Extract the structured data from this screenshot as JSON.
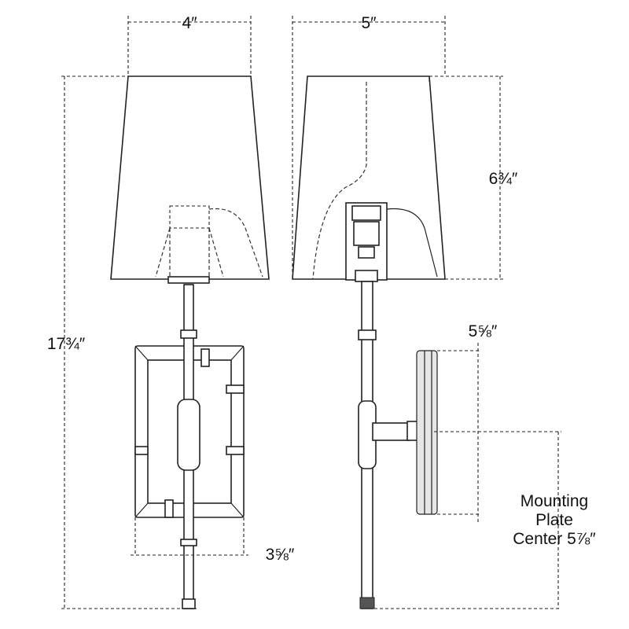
{
  "labels": {
    "front_width": "4″",
    "side_depth": "5″",
    "shade_height": "6¾″",
    "overall_height": "17¾″",
    "plate_height": "5⅝″",
    "backplate_width": "3⅝″",
    "mounting_line1": "Mounting",
    "mounting_line2": "Plate",
    "mounting_line3": "Center 5⅞″"
  }
}
